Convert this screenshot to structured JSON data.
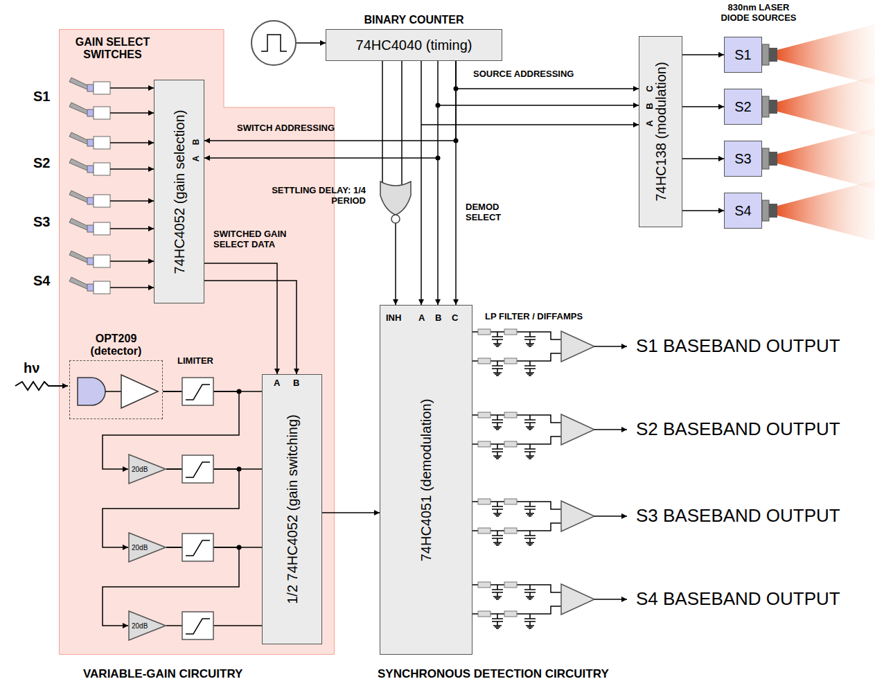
{
  "diagram": {
    "nodes": [
      {
        "text": [
          "GAIN SELECT SWITCHES"
        ]
      },
      {
        "text": [
          "74HC4052 (gain selection)"
        ],
        "in": 0
      },
      {
        "text": [
          "OPT209 (detector)"
        ],
        "in": 0
      },
      {
        "text": [
          "20dB"
        ],
        "in": 0
      },
      {
        "text": [
          "20dB"
        ],
        "in": 0
      },
      {
        "text": [
          "20dB"
        ],
        "in": 0
      },
      {
        "text": [
          "1/2 74HC4052 (gain switching)"
        ],
        "in": 0
      },
      {
        "text": [
          "BINARY COUNTER",
          "74HC4040 (timing)"
        ]
      },
      {
        "text": [
          "74HC138 (modulation)"
        ]
      },
      {
        "text": [
          "S1"
        ]
      },
      {
        "text": [
          "S2"
        ]
      },
      {
        "text": [
          "S3"
        ]
      },
      {
        "text": [
          "S4"
        ]
      },
      {
        "text": [
          "74HC4051 (demodulation)"
        ]
      }
    ],
    "edges": [
      {
        "from": 7,
        "to": 8,
        "arrow": "to",
        "label": "SOURCE ADDRESSING"
      },
      {
        "from": 7,
        "to": 1,
        "arrow": "to",
        "label": "SWITCH ADDRESSING"
      },
      {
        "from": 7,
        "to": 13,
        "arrow": "to",
        "label": "DEMOD SELECT"
      },
      {
        "from": 1,
        "to": 6,
        "arrow": "to",
        "label": "SWITCHED GAIN SELECT DATA"
      },
      {
        "from": 6,
        "to": 13,
        "arrow": "to"
      },
      {
        "from": 8,
        "to": 9,
        "arrow": "to"
      },
      {
        "from": 8,
        "to": 10,
        "arrow": "to"
      },
      {
        "from": 8,
        "to": 11,
        "arrow": "to"
      },
      {
        "from": 8,
        "to": 12,
        "arrow": "to"
      },
      {
        "from": 2,
        "to": 3,
        "arrow": "to"
      },
      {
        "from": 2,
        "to": 6,
        "arrow": "none"
      },
      {
        "from": 3,
        "to": 4,
        "arrow": "to"
      },
      {
        "from": 4,
        "to": 5,
        "arrow": "to"
      },
      {
        "from": 3,
        "to": 6,
        "arrow": "none"
      },
      {
        "from": 4,
        "to": 6,
        "arrow": "none"
      },
      {
        "from": 5,
        "to": 6,
        "arrow": "none"
      }
    ],
    "labels": [
      "830nm LASER DIODE SOURCES",
      "S1",
      "S2",
      "S3",
      "S4",
      "B",
      "A",
      "C",
      "B",
      "A",
      "SETTLING DELAY: 1/4 PERIOD",
      "hν",
      "LIMITER",
      "A",
      "B",
      "INH",
      "A",
      "B",
      "C",
      "LP FILTER / DIFFAMPS",
      "S1 BASEBAND OUTPUT",
      "S2 BASEBAND OUTPUT",
      "S3 BASEBAND OUTPUT",
      "S4 BASEBAND OUTPUT",
      "VARIABLE-GAIN CIRCUITRY",
      "SYNCHRONOUS DETECTION CIRCUITRY"
    ]
  }
}
